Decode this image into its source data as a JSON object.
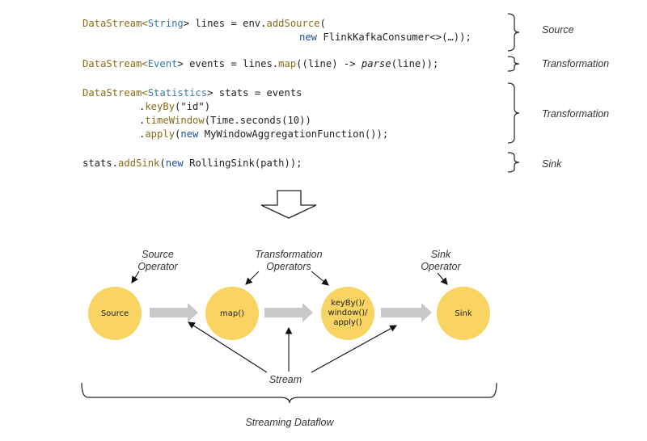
{
  "code": {
    "line1": {
      "t1": "DataStream<",
      "t2": "String",
      "t3": "> lines = env.",
      "t4": "addSource",
      "t5": "("
    },
    "line2": {
      "t1": "new",
      "t2": " FlinkKafkaConsumer<>(…));"
    },
    "line3": {
      "t1": "DataStream<",
      "t2": "Event",
      "t3": "> events = lines.",
      "t4": "map",
      "t5": "((line) -> ",
      "t6": "parse",
      "t7": "(line));"
    },
    "line4": {
      "t1": "DataStream<",
      "t2": "Statistics",
      "t3": "> stats = events"
    },
    "line5": {
      "t1": ".",
      "t2": "keyBy",
      "t3": "(\"id\")"
    },
    "line6": {
      "t1": ".",
      "t2": "timeWindow",
      "t3": "(Time.seconds(10))"
    },
    "line7": {
      "t1": ".",
      "t2": "apply",
      "t3": "(",
      "t4": "new",
      "t5": " MyWindowAggregationFunction());"
    },
    "line8": {
      "t1": "stats.",
      "t2": "addSink",
      "t3": "(",
      "t4": "new",
      "t5": " RollingSink(path));"
    }
  },
  "brackets": {
    "source": "Source",
    "transformation1": "Transformation",
    "transformation2": "Transformation",
    "sink": "Sink"
  },
  "annotations": {
    "source_operator": [
      "Source",
      "Operator"
    ],
    "transformation_operators": [
      "Transformation",
      "Operators"
    ],
    "sink_operator": [
      "Sink",
      "Operator"
    ],
    "stream": "Stream",
    "streaming_dataflow": "Streaming Dataflow"
  },
  "nodes": {
    "source": "Source",
    "map": "map()",
    "keyby": [
      "keyBy()/",
      "window()/",
      "apply()"
    ],
    "sink": "Sink"
  },
  "colors": {
    "node_fill": "#fad462",
    "flow_arrow": "#c8c8c8"
  }
}
